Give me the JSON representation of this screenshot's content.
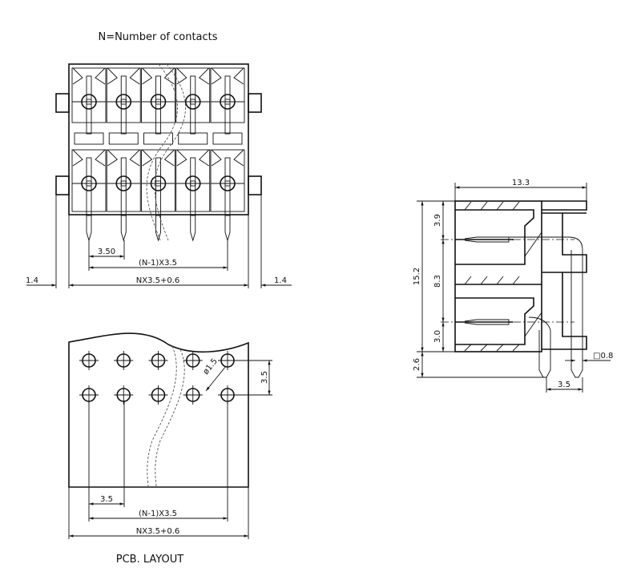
{
  "title": "N=Number of contacts",
  "front_view": {
    "contacts_shown": 5,
    "dim_pitch": "3.50",
    "dim_span": "(N-1)X3.5",
    "dim_total": "NX3.5+0.6",
    "dim_left": "1.4",
    "dim_right": "1.4"
  },
  "side_view": {
    "dim_depth": "13.3",
    "dim_height": "15.2",
    "dim_top": "3.9",
    "dim_mid": "8.3",
    "dim_bottom": "3.0",
    "dim_pin": "2.6",
    "dim_pin_pitch": "3.5",
    "dim_pin_size": "□0.8"
  },
  "pcb_layout": {
    "label": "PCB. LAYOUT",
    "dim_hole": "ø1.5",
    "dim_row": "3.5",
    "dim_pitch": "3.5",
    "dim_span": "(N-1)X3.5",
    "dim_total": "NX3.5+0.6"
  }
}
